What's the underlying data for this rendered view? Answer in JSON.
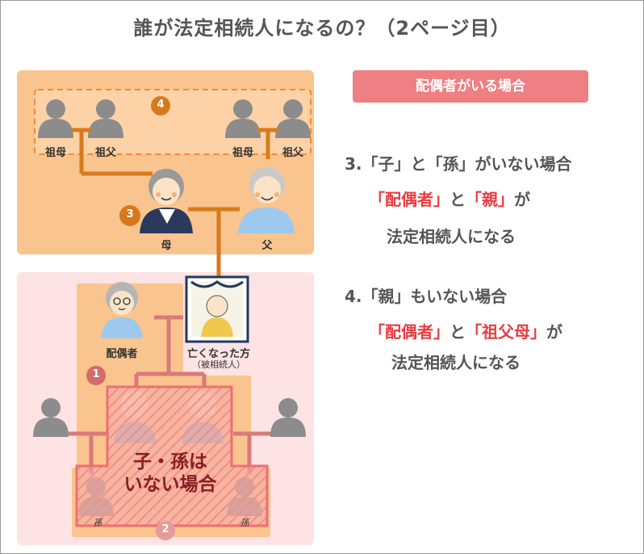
{
  "title": "誰が法定相続人になるの？（2ページ目）",
  "badge": "配偶者がいる場合",
  "case3": {
    "line1": "3.「子」と「孫」がいない場合",
    "line2": {
      "q1": "「配偶者」",
      "mid": "と",
      "q2": "「親」",
      "end": "が"
    },
    "line3": "法定相続人になる"
  },
  "case4": {
    "line1": "4.「親」もいない場合",
    "line2": {
      "q1": "「配偶者」",
      "mid": "と",
      "q2": "「祖父母」",
      "end": "が"
    },
    "line3": "法定相続人になる"
  },
  "diagram": {
    "grandmother_1": "祖母",
    "grandfather_1": "祖父",
    "grandmother_2": "祖母",
    "grandfather_2": "祖父",
    "num4": "4",
    "num3": "3",
    "num1": "1",
    "num2": "2",
    "mother": "母",
    "father": "父",
    "spouse": "配偶者",
    "deceased_1": "亡くなった方",
    "deceased_2": "（被相続人）",
    "no_children_1": "子・孫は",
    "no_children_2": "いない場合",
    "grandchild_left": "孫",
    "grandchild_right": "孫"
  },
  "colors": {
    "orange_panel": "#f9c48e",
    "pink_panel": "#fde3e3",
    "orange_line": "#d87a1c",
    "red_line": "#d87a7a",
    "accent_red": "#ea3b41",
    "badge": "#ee7f82"
  },
  "icons": [
    "person-silhouette-icon",
    "grandmother-icon",
    "grandfather-icon",
    "spouse-icon",
    "deceased-portrait-icon"
  ]
}
